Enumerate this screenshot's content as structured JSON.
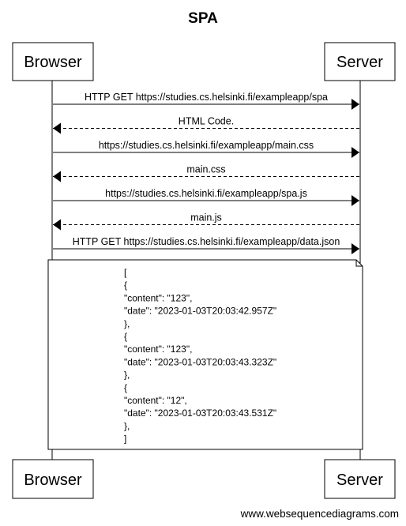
{
  "diagram": {
    "title": "SPA",
    "participants": {
      "browser": "Browser",
      "server": "Server"
    },
    "messages": [
      {
        "from": "browser",
        "to": "server",
        "style": "solid",
        "label": "HTTP GET https://studies.cs.helsinki.fi/exampleapp/spa"
      },
      {
        "from": "server",
        "to": "browser",
        "style": "dashed",
        "label": "HTML Code."
      },
      {
        "from": "browser",
        "to": "server",
        "style": "solid",
        "label": "https://studies.cs.helsinki.fi/exampleapp/main.css"
      },
      {
        "from": "server",
        "to": "browser",
        "style": "dashed",
        "label": "main.css"
      },
      {
        "from": "browser",
        "to": "server",
        "style": "solid",
        "label": "https://studies.cs.helsinki.fi/exampleapp/spa.js"
      },
      {
        "from": "server",
        "to": "browser",
        "style": "dashed",
        "label": "main.js"
      },
      {
        "from": "browser",
        "to": "server",
        "style": "solid",
        "label": "HTTP GET https://studies.cs.helsinki.fi/exampleapp/data.json"
      }
    ],
    "note": {
      "over": [
        "browser",
        "server"
      ],
      "lines": [
        "[",
        "{",
        "\"content\": \"123\",",
        "\"date\": \"2023-01-03T20:03:42.957Z\"",
        "},",
        "{",
        "\"content\": \"123\",",
        "\"date\": \"2023-01-03T20:03:43.323Z\"",
        "},",
        "{",
        "\"content\": \"12\",",
        "\"date\": \"2023-01-03T20:03:43.531Z\"",
        "},",
        "]"
      ]
    },
    "footer": "www.websequencediagrams.com"
  }
}
